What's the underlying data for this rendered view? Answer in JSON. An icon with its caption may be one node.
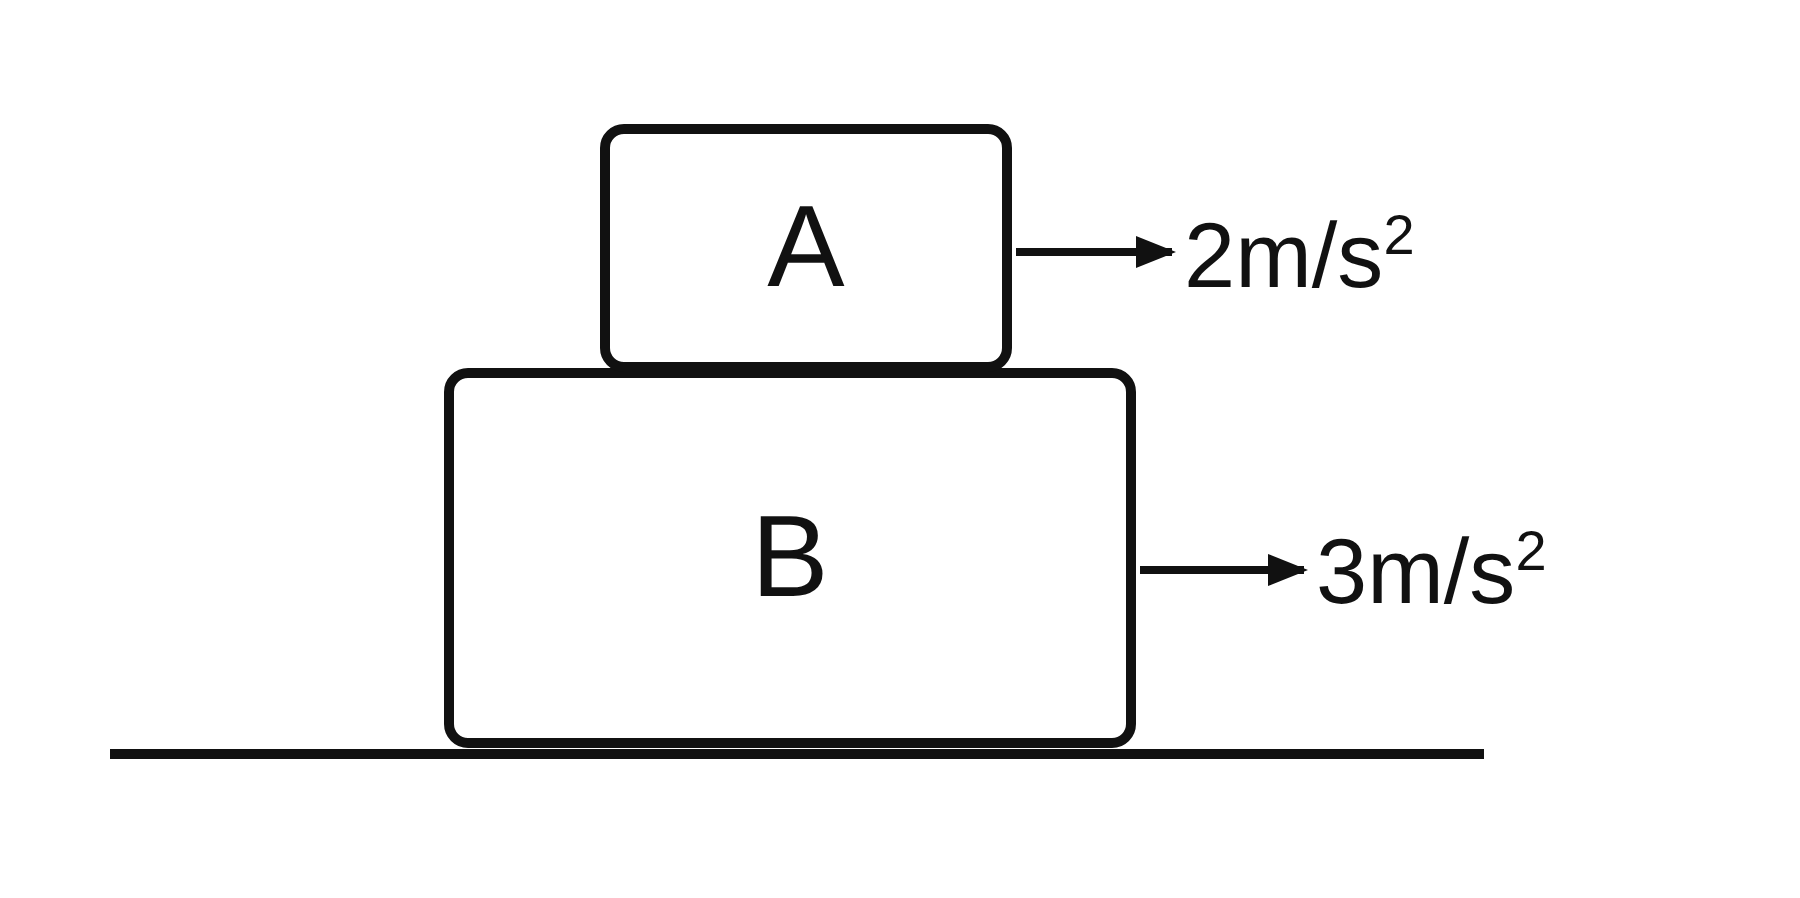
{
  "diagram": {
    "nodes": [
      {
        "text": [
          "A"
        ]
      },
      {
        "text": [
          "B"
        ]
      }
    ],
    "labels": [
      "2m/s$^{2}$",
      "3m/s$^{2}$"
    ]
  }
}
